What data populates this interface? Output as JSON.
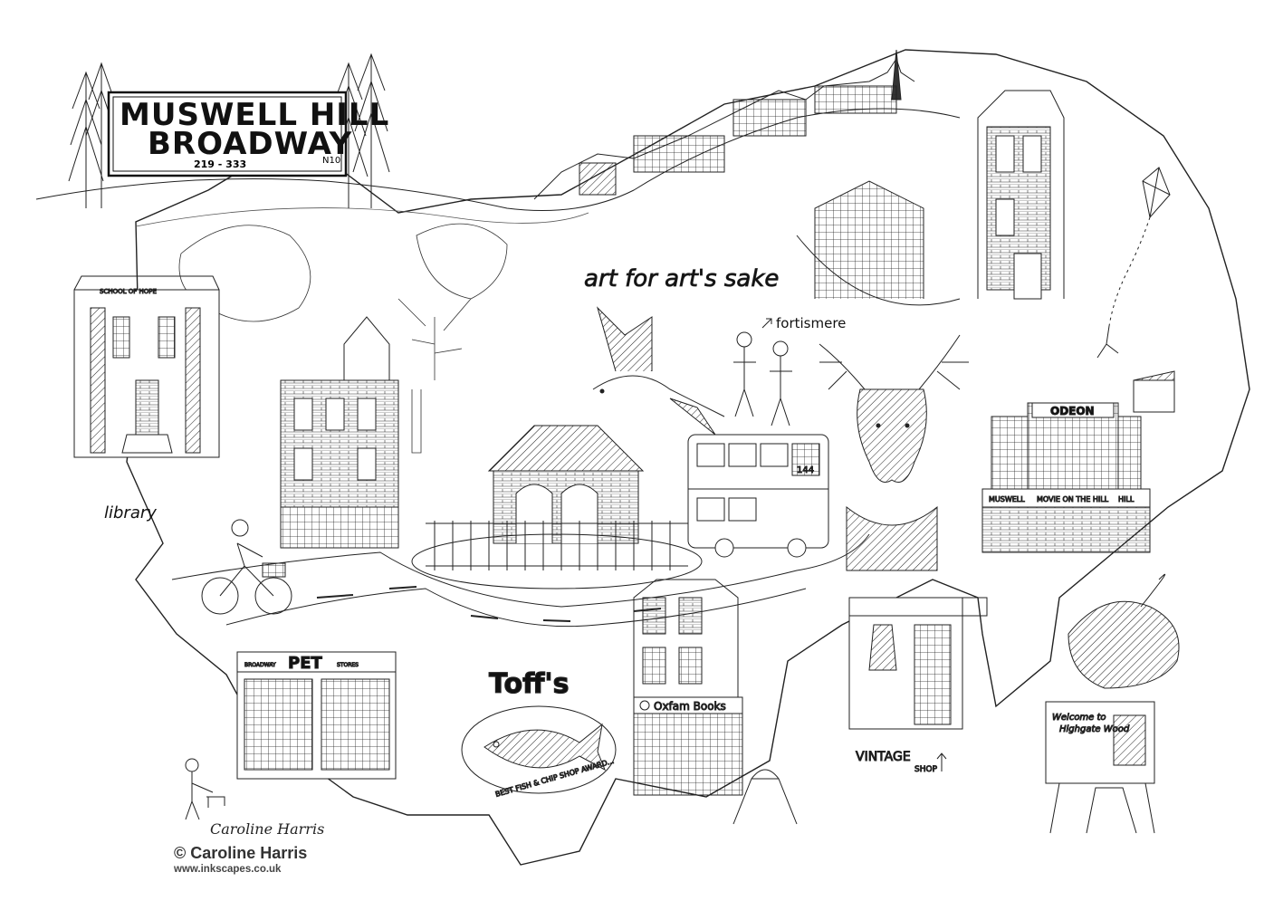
{
  "map": {
    "title_line1": "MUSWELL HILL",
    "title_line2": "BROADWAY",
    "street_numbers": "219 - 333",
    "postcode": "N10",
    "labels": {
      "school": "SCHOOL OF HOPE",
      "library": "library",
      "art_slogan": "art for art's sake",
      "fortismere": "fortismere",
      "bus_route": "144",
      "odeon_sign": "ODEON",
      "odeon_canopy_left": "MUSWELL",
      "odeon_canopy_right": "MOVIE ON THE HILL",
      "odeon_canopy_end": "HILL",
      "pet_shop": "PET",
      "pet_shop_left": "BROADWAY",
      "pet_shop_right": "STORES",
      "toffs": "Toff's",
      "toffs_award": "BEST FISH & CHIP SHOP AWARD...",
      "oxfam": "Oxfam Books",
      "vintage": "VINTAGE",
      "vintage_shop": "SHOP",
      "welcome_sign_1": "Welcome to",
      "welcome_sign_2": "Highgate Wood"
    }
  },
  "credit": {
    "signature": "Caroline Harris",
    "copyright": "© Caroline Harris",
    "website": "www.inkscapes.co.uk"
  }
}
